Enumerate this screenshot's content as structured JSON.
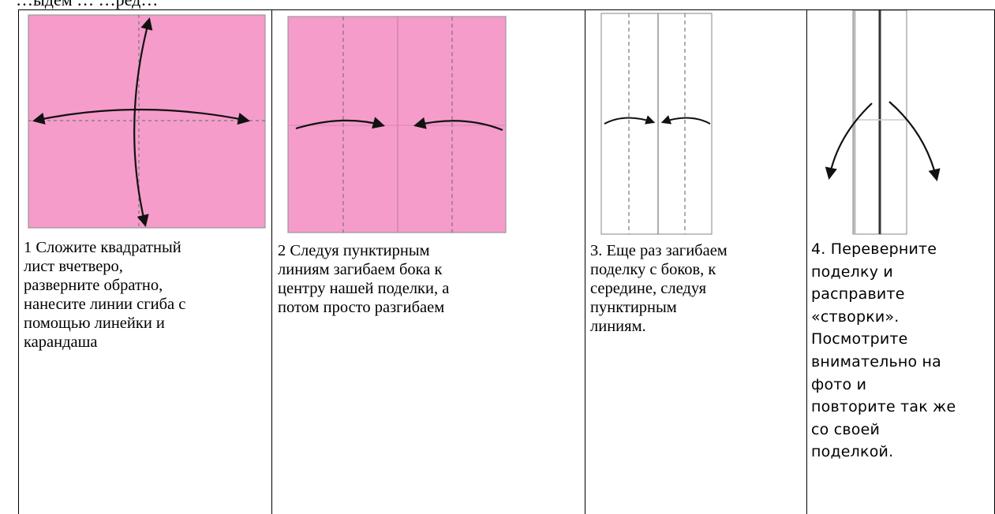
{
  "header_fragment": "…ыдем … …ред…",
  "colors": {
    "paper_pink": "#f59ccb",
    "fold_lines": "#555555",
    "arrows": "#111111"
  },
  "steps": [
    {
      "caption": "1 Сложите квадратный\nлист вчетверо,\nразверните обратно,\nнанесите линии сгиба с\nпомощью линейки и\nкарандаша"
    },
    {
      "caption": "2 Следуя пунктирным\nлиниям загибаем бока к\nцентру нашей поделки, а\nпотом просто разгибаем"
    },
    {
      "caption": "3. Еще раз загибаем\nподелку с боков, к\nсередине, следуя\nпунктирным\nлиниям."
    },
    {
      "caption": "4. Переверните\nподелку и\nрасправите\n«створки».\nПосмотрите\nвнимательно на\nфото и\nповторите так же\nсо своей\nподелкой."
    }
  ]
}
